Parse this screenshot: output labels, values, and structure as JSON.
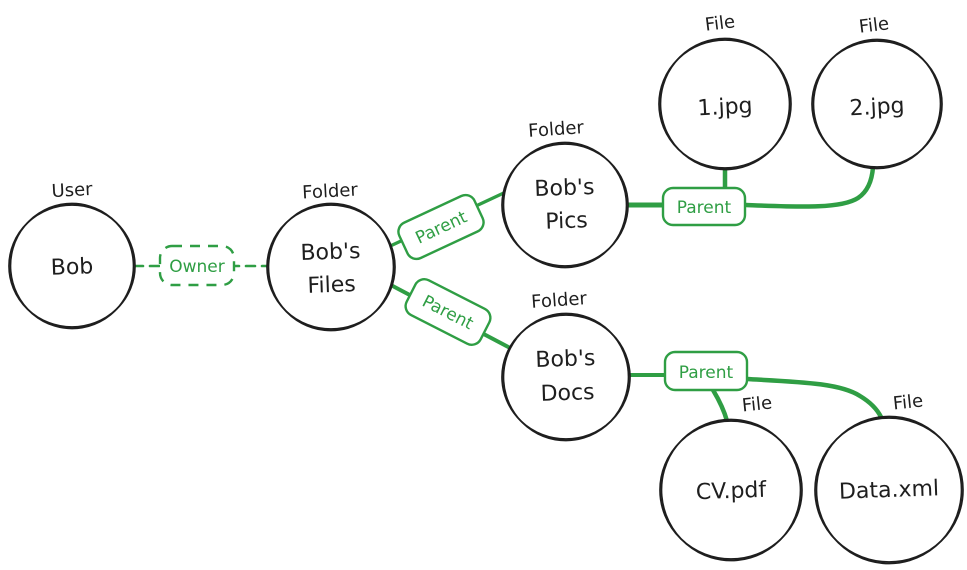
{
  "diagram": {
    "colors": {
      "background": "#ffffff",
      "ink": "#1e1e1e",
      "accent_green": "#2f9e44"
    },
    "nodes": {
      "bob": {
        "type_label": "User",
        "label": "Bob"
      },
      "bobs_files": {
        "type_label": "Folder",
        "label_line1": "Bob's",
        "label_line2": "Files"
      },
      "bobs_pics": {
        "type_label": "Folder",
        "label_line1": "Bob's",
        "label_line2": "Pics"
      },
      "bobs_docs": {
        "type_label": "Folder",
        "label_line1": "Bob's",
        "label_line2": "Docs"
      },
      "jpg1": {
        "type_label": "File",
        "label": "1.jpg"
      },
      "jpg2": {
        "type_label": "File",
        "label": "2.jpg"
      },
      "cv_pdf": {
        "type_label": "File",
        "label": "CV.pdf"
      },
      "data_xml": {
        "type_label": "File",
        "label": "Data.xml"
      }
    },
    "edge_labels": {
      "owner": "Owner",
      "parent_files_pics": "Parent",
      "parent_files_docs": "Parent",
      "parent_pics_children": "Parent",
      "parent_docs_children": "Parent"
    }
  }
}
